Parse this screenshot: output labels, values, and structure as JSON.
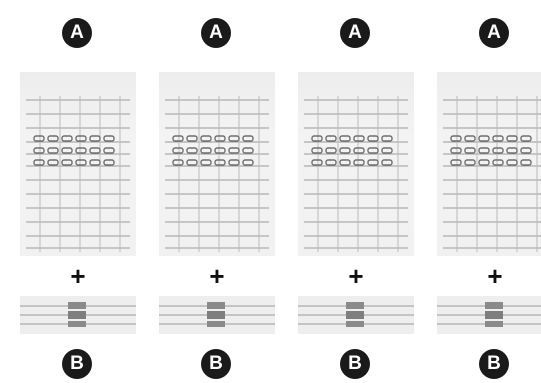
{
  "panels": [
    {
      "top_label": "A",
      "operator": "+",
      "bottom_label": "B"
    },
    {
      "top_label": "A",
      "operator": "+",
      "bottom_label": "B"
    },
    {
      "top_label": "A",
      "operator": "+",
      "bottom_label": "B"
    },
    {
      "top_label": "A",
      "operator": "+",
      "bottom_label": "B"
    }
  ],
  "colors": {
    "badge_background": "#1a1a1a",
    "badge_text": "#ffffff",
    "gel_background": "#efefef",
    "gel_line": "#9a9a9a",
    "band": "#8a8a8a"
  }
}
